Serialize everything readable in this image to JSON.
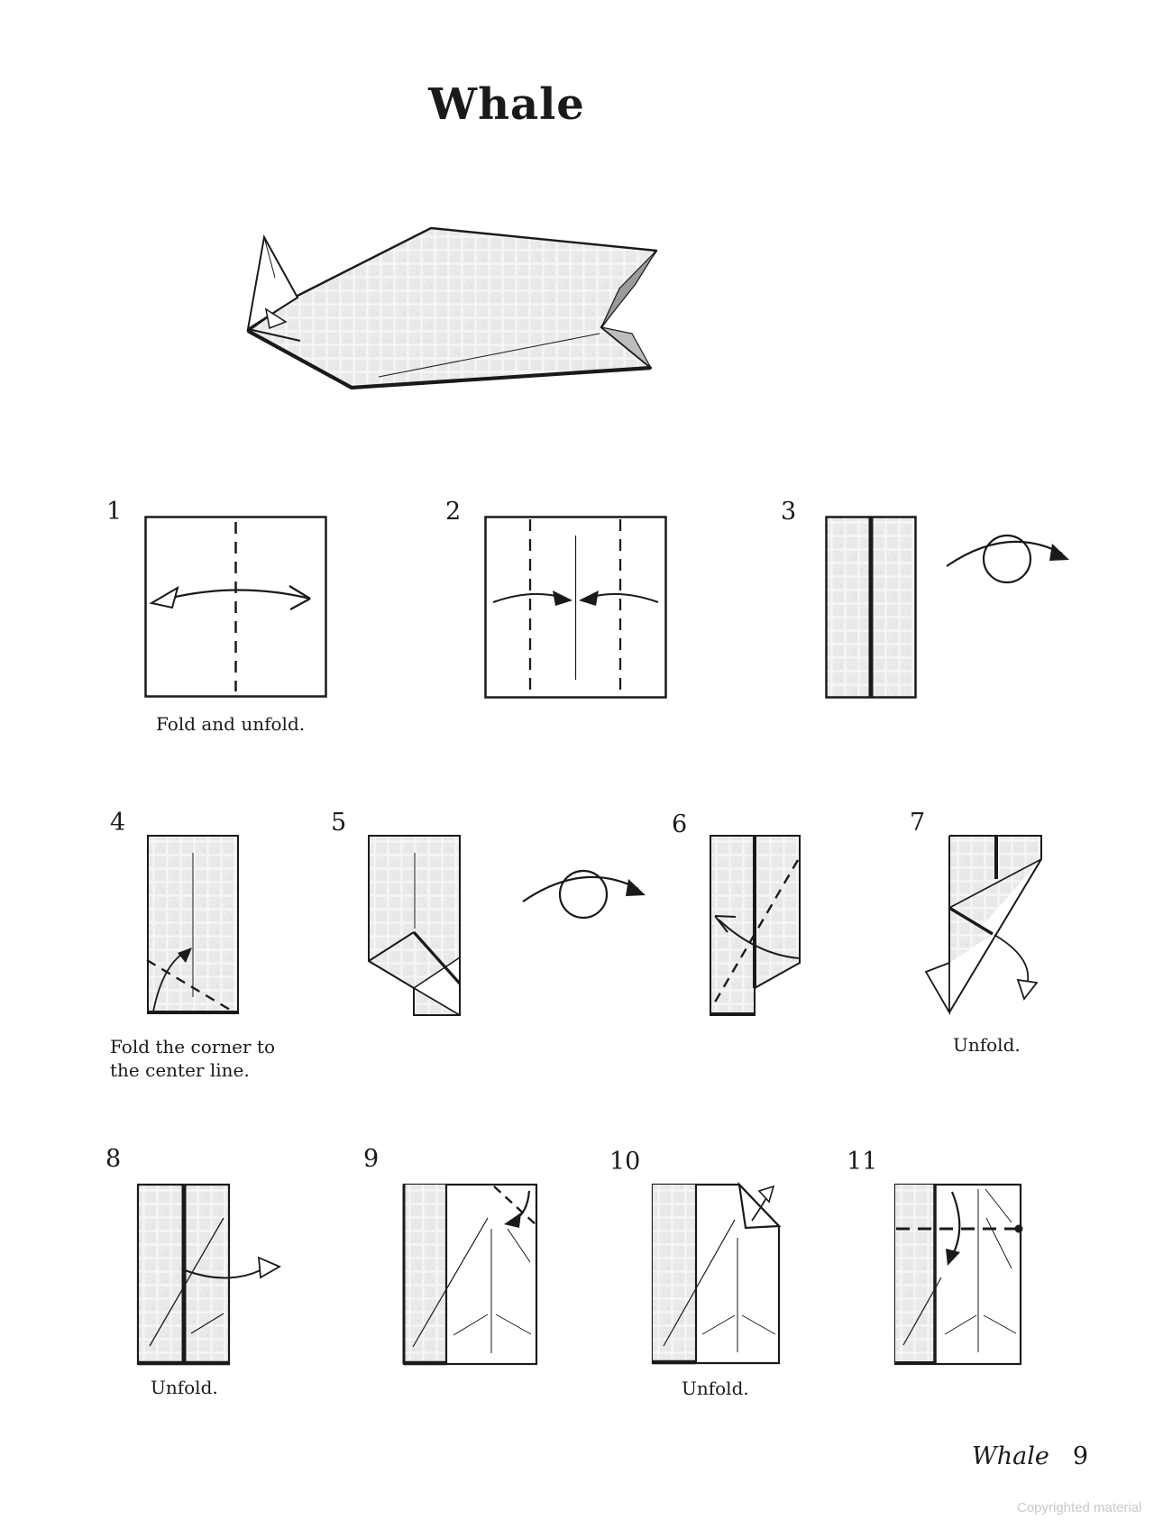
{
  "page": {
    "title": "Whale",
    "footer": {
      "model_name": "Whale",
      "page_number": "9"
    },
    "watermark": "Copyrighted material"
  },
  "colors": {
    "paper_shade": "#e9e9e9",
    "line": "#1a1a1a",
    "watermark": "#c9c9c9"
  },
  "icons": [
    "turn-over-icon",
    "fold-unfold-arrow-icon",
    "fold-arrow-icon",
    "unfold-arrow-icon",
    "fold-dot-marker"
  ],
  "steps": [
    {
      "number": "1",
      "caption": "Fold and unfold."
    },
    {
      "number": "2"
    },
    {
      "number": "3"
    },
    {
      "number": "4",
      "caption": "Fold the corner to the center line."
    },
    {
      "number": "5"
    },
    {
      "number": "6"
    },
    {
      "number": "7",
      "caption": "Unfold."
    },
    {
      "number": "8",
      "caption": "Unfold."
    },
    {
      "number": "9"
    },
    {
      "number": "10",
      "caption": "Unfold."
    },
    {
      "number": "11"
    }
  ]
}
